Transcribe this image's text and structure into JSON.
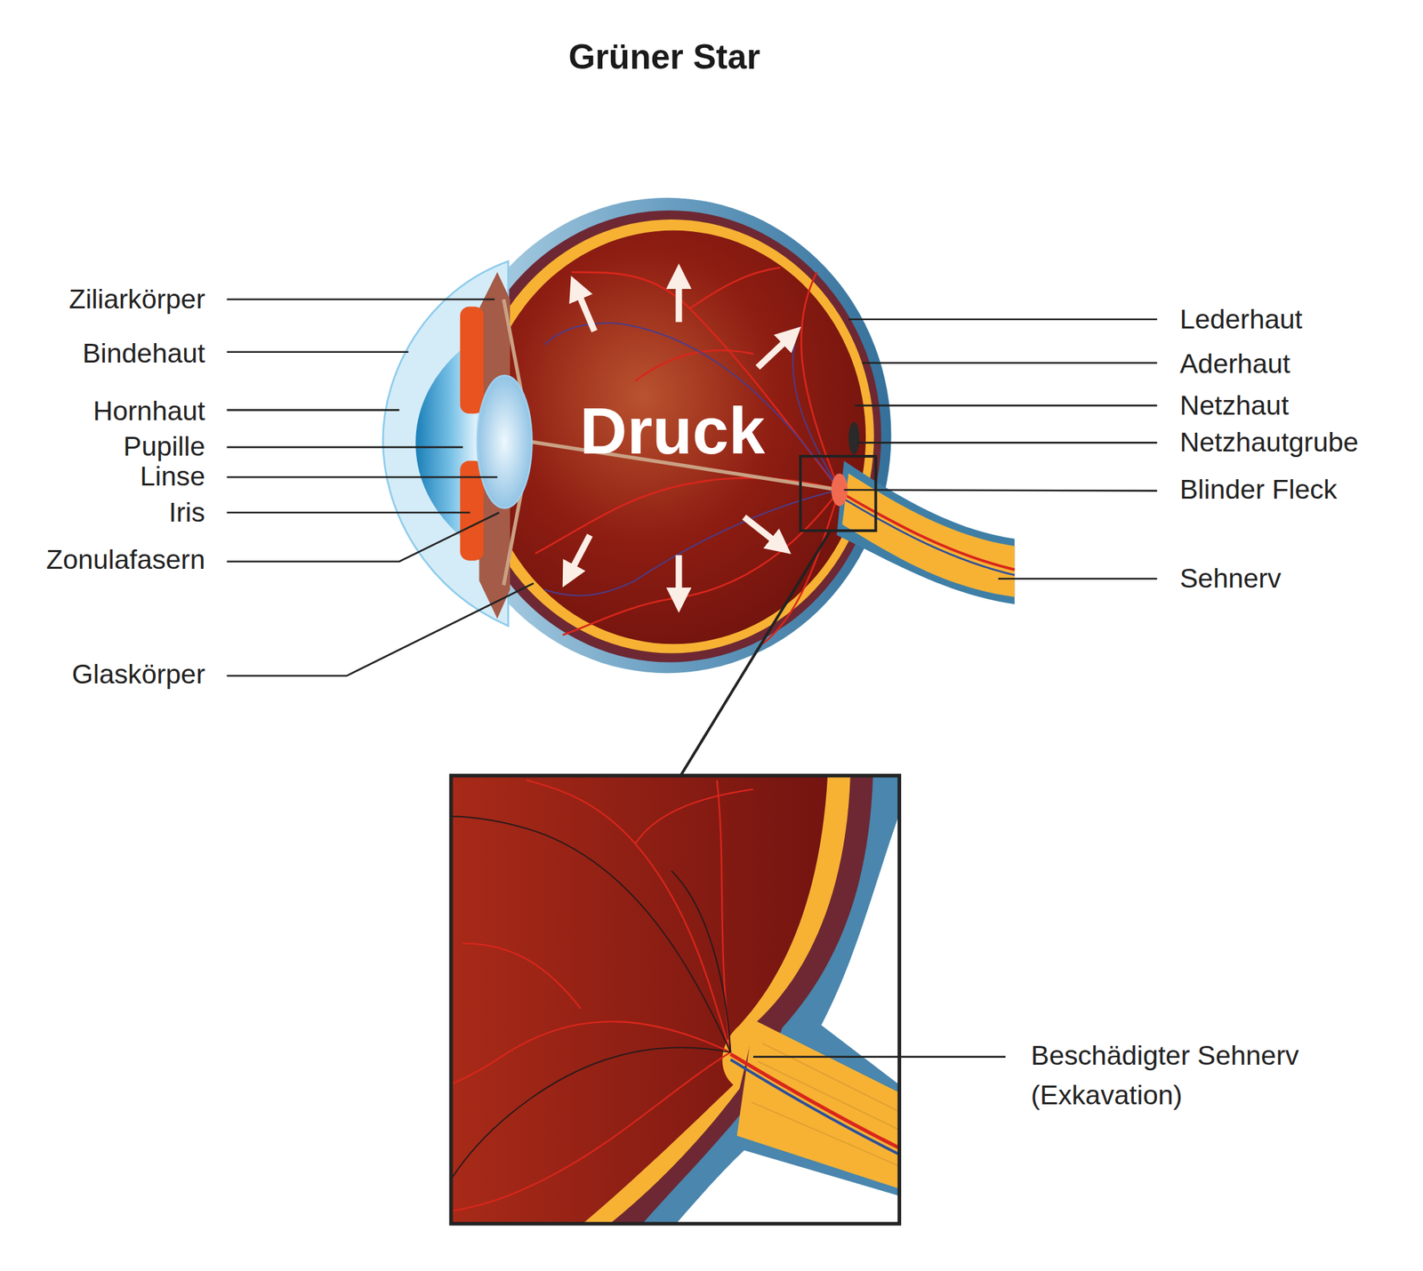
{
  "diagram": {
    "title": "Grüner Star",
    "labels": [
      "Ziliarkörper",
      "Bindehaut",
      "Hornhaut",
      "Pupille",
      "Linse",
      "Iris",
      "Zonulafasern",
      "Glaskörper",
      "Lederhaut",
      "Aderhaut",
      "Netzhaut",
      "Netzhautgrube",
      "Blinder Fleck",
      "Sehnerv",
      "Druck",
      "Beschädigter Sehnerv (Exkavation)"
    ]
  }
}
